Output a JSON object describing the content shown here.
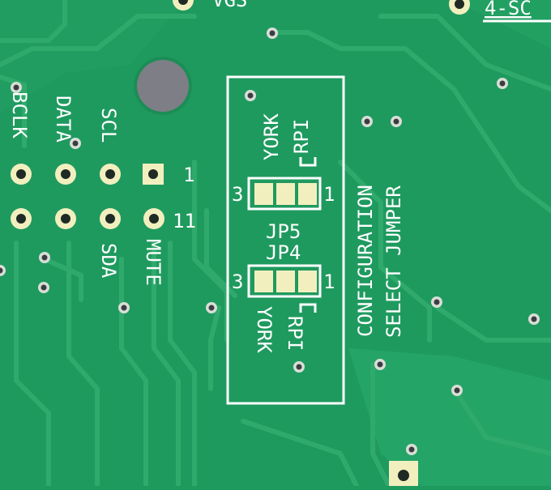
{
  "header": {
    "top_label": "VGS",
    "top_right_label": "4-SC"
  },
  "pin_labels": {
    "bclk": "BCLK",
    "data": "DATA",
    "scl": "SCL",
    "sda": "SDA",
    "mute": "MUTE",
    "pin1": "1",
    "pin11": "11"
  },
  "jp5": {
    "name": "JP5",
    "opt_york": "YORK",
    "opt_rpi": "RPI",
    "pin_left": "3",
    "pin_right": "1"
  },
  "jp4": {
    "name": "JP4",
    "opt_york": "YORK",
    "opt_rpi": "RPI",
    "pin_left": "3",
    "pin_right": "1"
  },
  "config": {
    "line1": "CONFIGURATION",
    "line2": "SELECT JUMPER"
  },
  "colors": {
    "board": "#1f9a5f",
    "copper_fill": "#2aa56a",
    "trace": "#36b073",
    "silkscreen": "#ffffff",
    "pad": "#f2efbf",
    "via_ring": "#cfd7cf",
    "hole": "#7d7e86"
  }
}
